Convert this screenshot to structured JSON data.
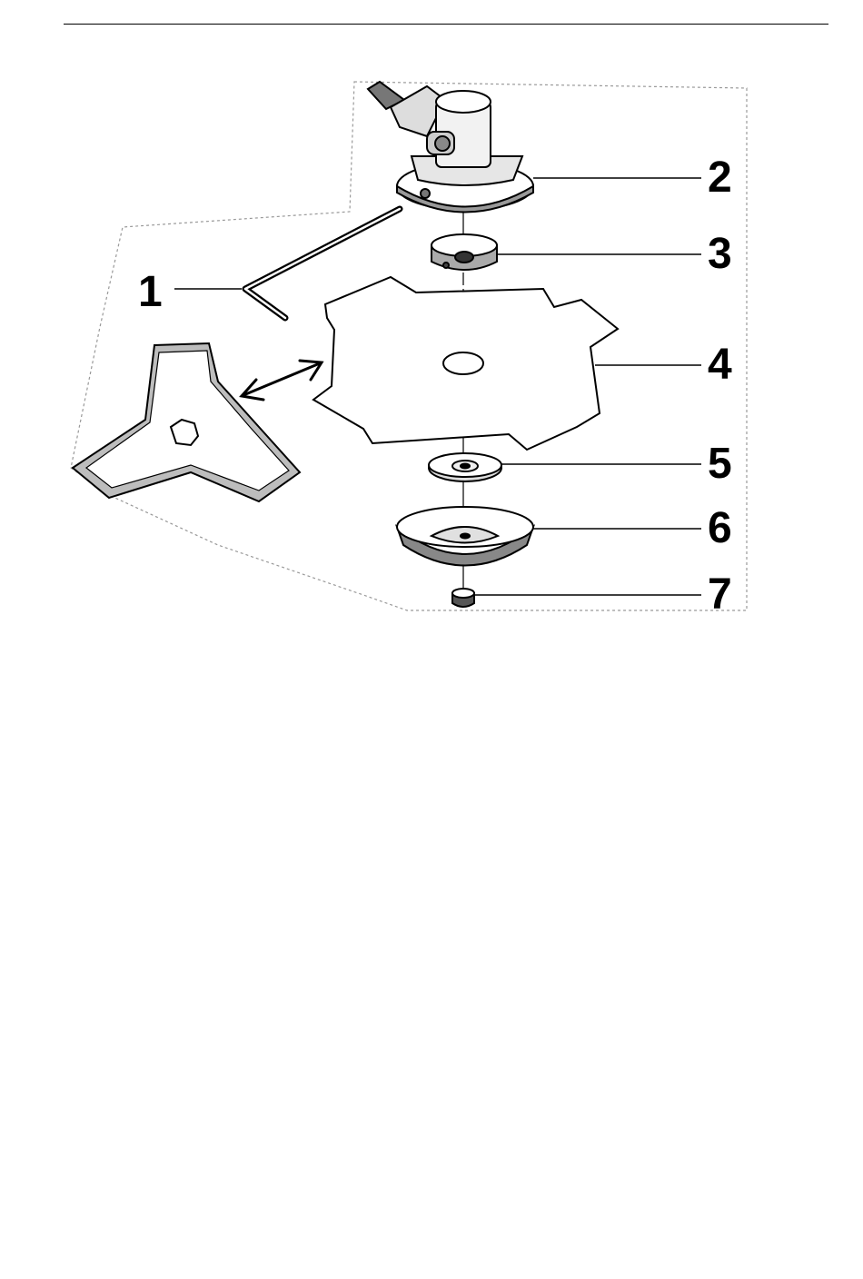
{
  "diagram": {
    "callouts": [
      {
        "id": "1",
        "label": "1"
      },
      {
        "id": "2",
        "label": "2"
      },
      {
        "id": "3",
        "label": "3"
      },
      {
        "id": "4",
        "label": "4"
      },
      {
        "id": "5",
        "label": "5"
      },
      {
        "id": "6",
        "label": "6"
      },
      {
        "id": "7",
        "label": "7"
      }
    ]
  },
  "colors": {
    "ink": "#000000",
    "paper": "#ffffff",
    "shade": "#b8b8b8"
  }
}
